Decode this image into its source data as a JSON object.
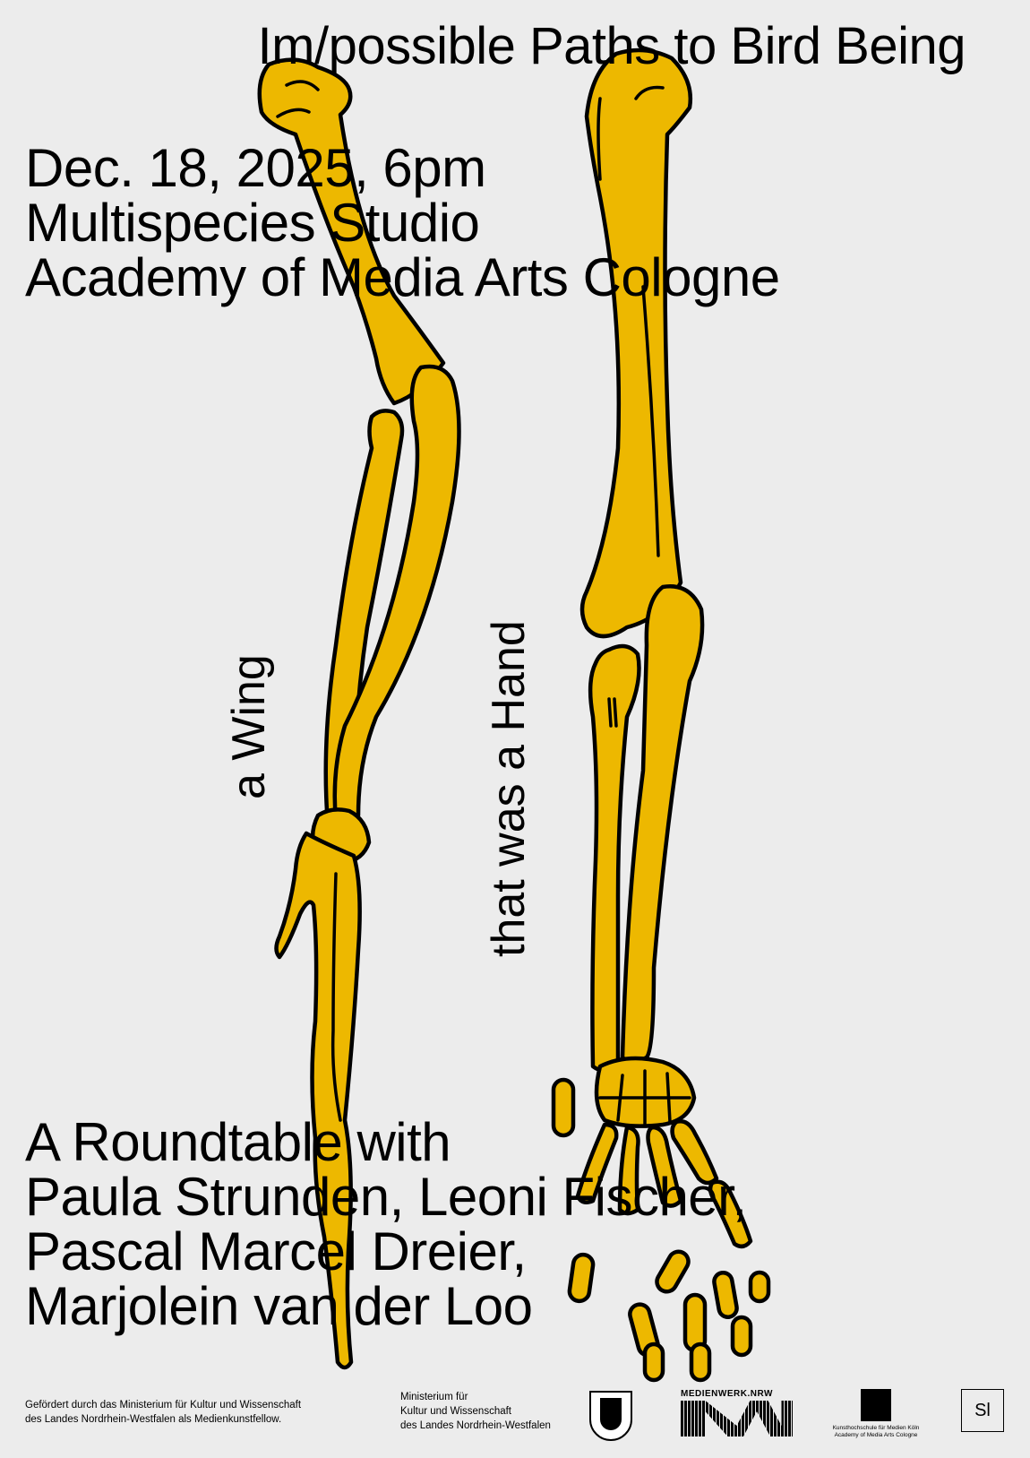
{
  "poster": {
    "title": "Im/possible Paths to Bird Being",
    "event_lines": [
      "Dec. 18, 2025, 6pm",
      "Multispecies Studio",
      "Academy of Media Arts Cologne"
    ],
    "vertical_left": "a Wing",
    "vertical_right": "that was a Hand",
    "roundtable_lines": [
      "A Roundtable with",
      "Paula Strunden, Leoni Fischer,",
      "Pascal Marcel Dreier,",
      "Marjolein van der Loo"
    ],
    "bone_color": "#EDB800",
    "background_color": "#ECECEC"
  },
  "footer": {
    "funded_lines": [
      "Gefördert durch das Ministerium für Kultur und Wissenschaft",
      "des Landes Nordrhein-Westfalen als Medienkunstfellow."
    ],
    "ministry_lines": [
      "Ministerium für",
      "Kultur und Wissenschaft",
      "des Landes Nordrhein-Westfalen"
    ],
    "medienwerk": "MEDIENWERK.NRW",
    "khm_lines": [
      "Kunsthochschule für Medien Köln",
      "Academy of Media Arts Cologne"
    ],
    "sl_logo": "Sl"
  }
}
